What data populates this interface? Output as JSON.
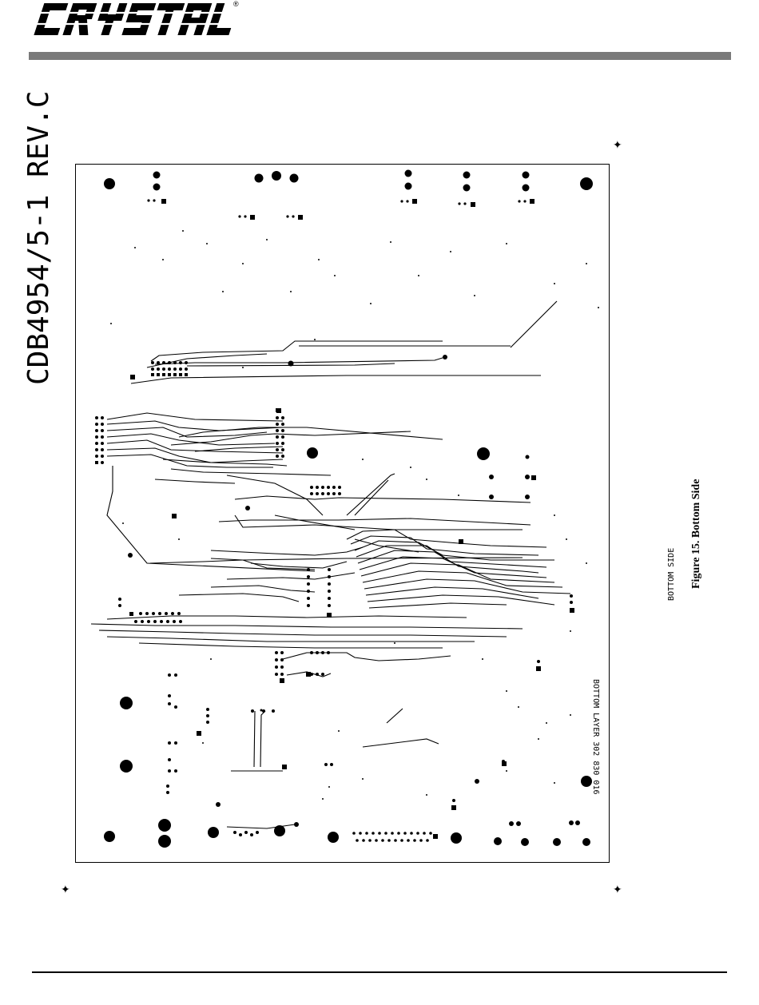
{
  "header": {
    "logo_text": "CRYSTAL",
    "registered_mark": "®"
  },
  "board": {
    "board_id": "CDB4954/5-1 REV.C",
    "layer_label": "BOTTOM LAYER 302 830 016",
    "side_label": "BOTTOM SIDE"
  },
  "figure": {
    "caption": "Figure 15.  Bottom Side"
  },
  "registration_mark_glyph": "✦"
}
